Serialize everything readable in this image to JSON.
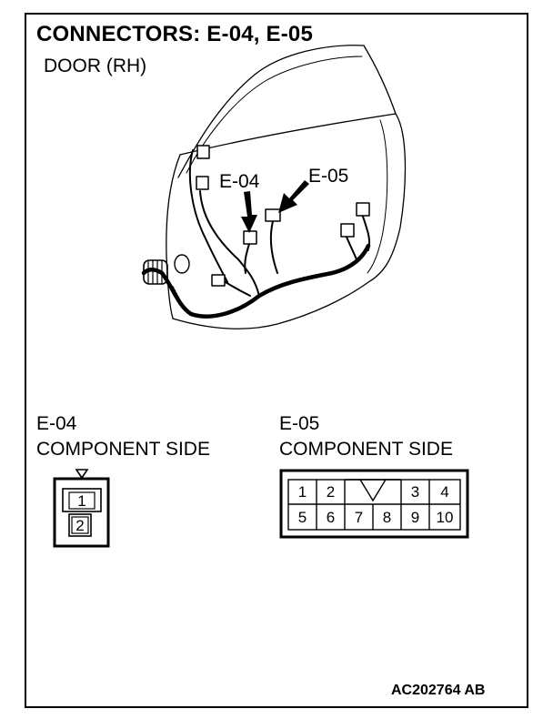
{
  "diagram": {
    "title": "CONNECTORS: E-04, E-05",
    "subtitle": "DOOR (RH)",
    "callouts": {
      "e04": "E-04",
      "e05": "E-05"
    },
    "code": "AC202764 AB"
  },
  "connector_e04": {
    "name": "E-04",
    "side_label": "COMPONENT SIDE",
    "pins": [
      "1",
      "2"
    ]
  },
  "connector_e05": {
    "name": "E-05",
    "side_label": "COMPONENT SIDE",
    "pins_top": [
      "1",
      "2",
      "3",
      "4"
    ],
    "pins_bottom": [
      "5",
      "6",
      "7",
      "8",
      "9",
      "10"
    ]
  }
}
